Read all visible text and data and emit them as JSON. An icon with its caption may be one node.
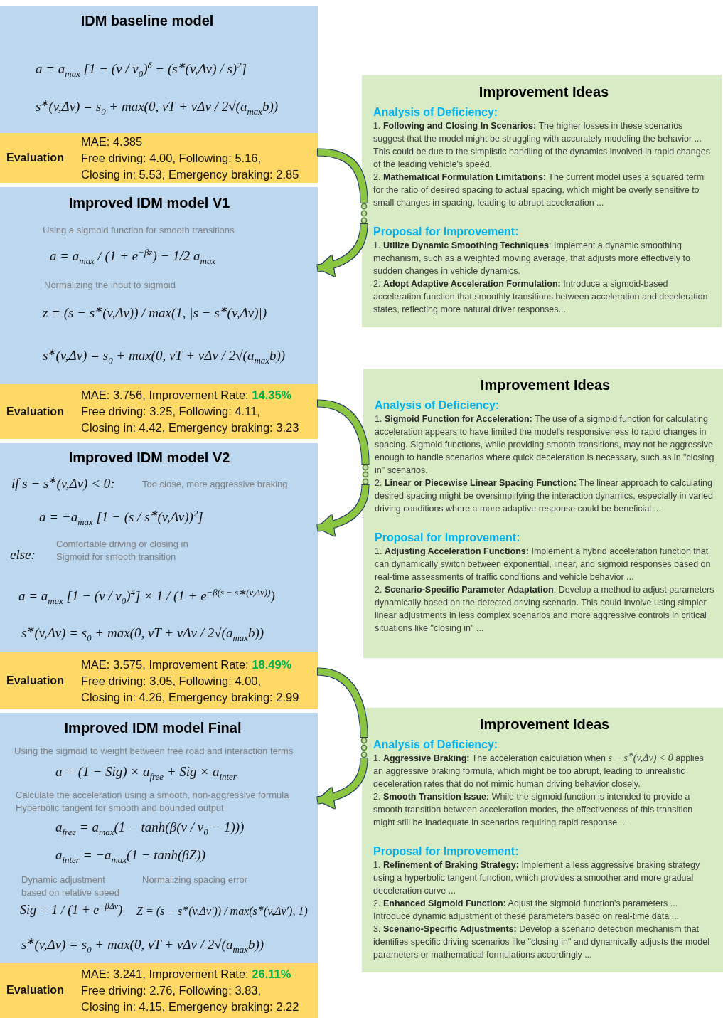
{
  "diagram": {
    "nodes": [
      {
        "text": [
          "IDM baseline model",
          "a = a$_{max}$ [1 − (v / v$_{0}$)$^{δ}$ − (s$^{∗}$(v,Δv) / s)$^{2}$]",
          "s$^{∗}$(v,Δv) = s$_{0}$ + max(0, vT + vΔv / 2√(a$_{max}$b))"
        ]
      },
      {
        "text": [
          "Evaluation",
          "MAE: 4.385",
          "Free driving: 4.00, Following: 5.16,",
          "Closing in: 5.53, Emergency braking: 2.85"
        ]
      },
      {
        "text": [
          "Improvement Ideas",
          "Analysis of Deficiency:",
          "1. **Following and Closing In Scenarios:** The higher losses in these scenarios suggest that the model might be struggling with accurately modeling the behavior ... This could be due to the simplistic handling of the dynamics involved in rapid changes of the leading vehicle's speed.",
          "2. **Mathematical Formulation Limitations:** The current model uses a squared term for the ratio of desired spacing to actual spacing, which might be overly sensitive to small changes in spacing, leading to abrupt acceleration ...",
          "Proposal for Improvement:",
          "1. **Utilize Dynamic Smoothing Techniques**: Implement a dynamic smoothing mechanism, such as a weighted moving average, that adjusts more effectively to sudden changes in vehicle dynamics.",
          "2. **Adopt Adaptive Acceleration Formulation:** Introduce a sigmoid-based acceleration function that smoothly transitions between acceleration and deceleration states, reflecting more natural driver responses..."
        ]
      },
      {
        "text": [
          "Improved IDM model V1",
          "Using a sigmoid function for smooth transitions",
          "a = a$_{max}$ / (1 + e$^{−βz}$) − 1/2 a$_{max}$",
          "Normalizing the input to sigmoid",
          "z = (s − s$^{∗}$(v,Δv)) / max(1, |s − s$^{∗}$(v,Δv)|)",
          "s$^{∗}$(v,Δv) = s$_{0}$ + max(0, vT + vΔv / 2√(a$_{max}$b))"
        ]
      },
      {
        "text": [
          "Evaluation",
          "MAE: 3.756, Improvement Rate: **14.35%**",
          "Free driving: 3.25, Following: 4.11,",
          "Closing in: 4.42, Emergency braking: 3.23"
        ]
      },
      {
        "text": [
          "Improvement Ideas",
          "Analysis of Deficiency:",
          "1. **Sigmoid Function for Acceleration:** The use of a sigmoid function for calculating acceleration appears to have limited the model's responsiveness to rapid changes in spacing. Sigmoid functions, while providing smooth transitions, may not be aggressive enough to handle scenarios where quick deceleration is necessary, such as in \"closing in\" scenarios.",
          "2. **Linear or Piecewise Linear Spacing Function:** The linear approach to calculating desired spacing might be oversimplifying the interaction dynamics, especially in varied driving conditions where a more adaptive response could be beneficial ...",
          "Proposal for Improvement:",
          "1. **Adjusting Acceleration Functions:** Implement a hybrid acceleration function that can dynamically switch between exponential, linear, and sigmoid responses based on real-time assessments of traffic conditions and vehicle behavior ...",
          "2. **Scenario-Specific Parameter Adaptation**: Develop a method to adjust parameters dynamically based on the detected driving scenario. This could involve using simpler linear adjustments in less complex scenarios and more aggressive controls in critical situations like \"closing in\" ..."
        ]
      },
      {
        "text": [
          "Improved IDM model V2",
          "if s − s$^{∗}$(v,Δv) < 0:",
          "Too close, more aggressive braking",
          "a = −a$_{max}$ [1 − (s / s$^{∗}$(v,Δv))$^{2}$]",
          "else:",
          "Comfortable driving or closing in",
          "Sigmoid for smooth transition",
          "a = a$_{max}$ [1 − (v / v$_{0}$)$^{4}$] × 1 / (1 + e$^{−β(s − s∗(v,Δv))}$)",
          "s$^{∗}$(v,Δv) = s$_{0}$ + max(0, vT + vΔv / 2√(a$_{max}$b))"
        ]
      },
      {
        "text": [
          "Evaluation",
          "MAE: 3.575, Improvement Rate: **18.49%**",
          "Free driving: 3.05, Following: 4.00,",
          "Closing in: 4.26, Emergency braking: 2.99"
        ]
      },
      {
        "text": [
          "Improvement Ideas",
          "Analysis of Deficiency:",
          "1. **Aggressive Braking:** The acceleration calculation when *s − s$^{∗}$(v,Δv) < 0* applies an aggressive braking formula, which might be too abrupt, leading to unrealistic deceleration rates that do not mimic human driving behavior closely.",
          "2. **Smooth Transition Issue:** While the sigmoid function is intended to provide a smooth transition between acceleration modes, the effectiveness of this transition might still be inadequate in scenarios requiring rapid response ...",
          "Proposal for Improvement:",
          "1. **Refinement of Braking Strategy:** Implement a less aggressive braking strategy using a hyperbolic tangent function, which provides a smoother and more gradual deceleration curve ...",
          "2. **Enhanced Sigmoid Function:** Adjust the sigmoid function's parameters ... Introduce dynamic adjustment of these parameters based on real-time data ...",
          "3. **Scenario-Specific Adjustments:** Develop a scenario detection mechanism that identifies specific driving scenarios like \"closing in\" and dynamically adjusts the model parameters or mathematical formulations accordingly ..."
        ]
      },
      {
        "text": [
          "Improved IDM model Final",
          "Using the sigmoid to weight between free road and interaction terms",
          "a = (1 − Sig) × a$_{free}$ + Sig × a$_{inter}$",
          "Calculate the acceleration using a smooth, non-aggressive formula",
          "Hyperbolic tangent for smooth and bounded output",
          "a$_{free}$ = a$_{max}$(1 − tanh(β(v / v$_{0}$ − 1)))",
          "a$_{inter}$ = −a$_{max}$(1 − tanh(βZ))",
          "Dynamic adjustment based on relative speed",
          "Normalizing spacing error",
          "Sig = 1 / (1 + e$^{−βΔv}$)",
          "Z = (s − s$^{∗}$(v,Δv′)) / max(s$^{∗}$(v,Δv′), 1)",
          "s$^{∗}$(v,Δv) = s$_{0}$ + max(0, vT + vΔv / 2√(a$_{max}$b))"
        ]
      },
      {
        "text": [
          "Evaluation",
          "MAE: 3.241, Improvement Rate: **26.11%**",
          "Free driving: 2.76, Following: 3.83,",
          "Closing in: 4.15, Emergency braking: 2.22"
        ]
      }
    ],
    "edges": [
      {
        "from": 1,
        "to": 2,
        "arrow": "none"
      },
      {
        "from": 2,
        "to": 3,
        "arrow": "to"
      },
      {
        "from": 4,
        "to": 5,
        "arrow": "none"
      },
      {
        "from": 5,
        "to": 6,
        "arrow": "to"
      },
      {
        "from": 7,
        "to": 8,
        "arrow": "none"
      },
      {
        "from": 8,
        "to": 9,
        "arrow": "to"
      }
    ]
  }
}
